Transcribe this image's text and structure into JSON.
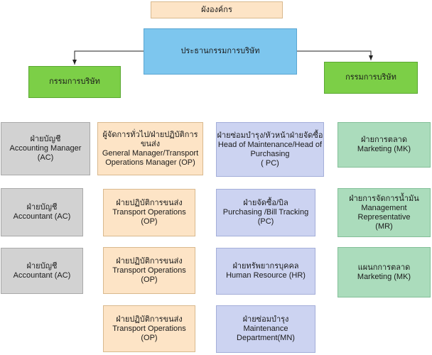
{
  "title": "ผังองค์กร",
  "ceo": "ประธานกรรมการบริษัท",
  "board_left": "กรรมการบริษัท",
  "board_right": "กรรมการบริษัท",
  "col1": [
    {
      "th": "ฝ่ายบัญชี",
      "en": "Accounting Manager (AC)"
    },
    {
      "th": "ฝ่ายบัญชี",
      "en": "Accountant (AC)"
    },
    {
      "th": "ฝ่ายบัญชี",
      "en": "Accountant (AC)"
    }
  ],
  "col2": [
    {
      "th": "ผู้จัดการทั่วไป/ฝ่ายปฏิบัติการขนส่ง",
      "en1": "General Manager/Transport",
      "en2": "Operations Manager (OP)"
    },
    {
      "th": "ฝ่ายปฏิบัติการขนส่ง",
      "en": "Transport Operations (OP)"
    },
    {
      "th": "ฝ่ายปฏิบัติการขนส่ง",
      "en": "Transport Operations (OP)"
    },
    {
      "th": "ฝ่ายปฏิบัติการขนส่ง",
      "en": "Transport Operations (OP)"
    }
  ],
  "col3": [
    {
      "th": "ฝ่ายซ่อมบำรุง/หัวหน้าฝ่ายจัดซื้อ",
      "en1": "Head of Maintenance/Head of",
      "en2": "Purchasing",
      "en3": "( PC)"
    },
    {
      "th": "ฝ่ายจัดซื้อ/บิล",
      "en": "Purchasing /Bill Tracking (PC)"
    },
    {
      "th": "ฝ่ายทรัพยากรบุคคล",
      "en": "Human Resource (HR)"
    },
    {
      "th": "ฝ่ายซ่อมบำรุง",
      "en": "Maintenance Department(MN)"
    }
  ],
  "col4": [
    {
      "th": "ฝ่ายการตลาด",
      "en": "Marketing (MK)"
    },
    {
      "th": "ฝ่ายการจัดการน้ำมัน",
      "en1": "Management Representative",
      "en2": "(MR)"
    },
    {
      "th": "แผนกการตลาด",
      "en": "Marketing (MK)"
    }
  ]
}
